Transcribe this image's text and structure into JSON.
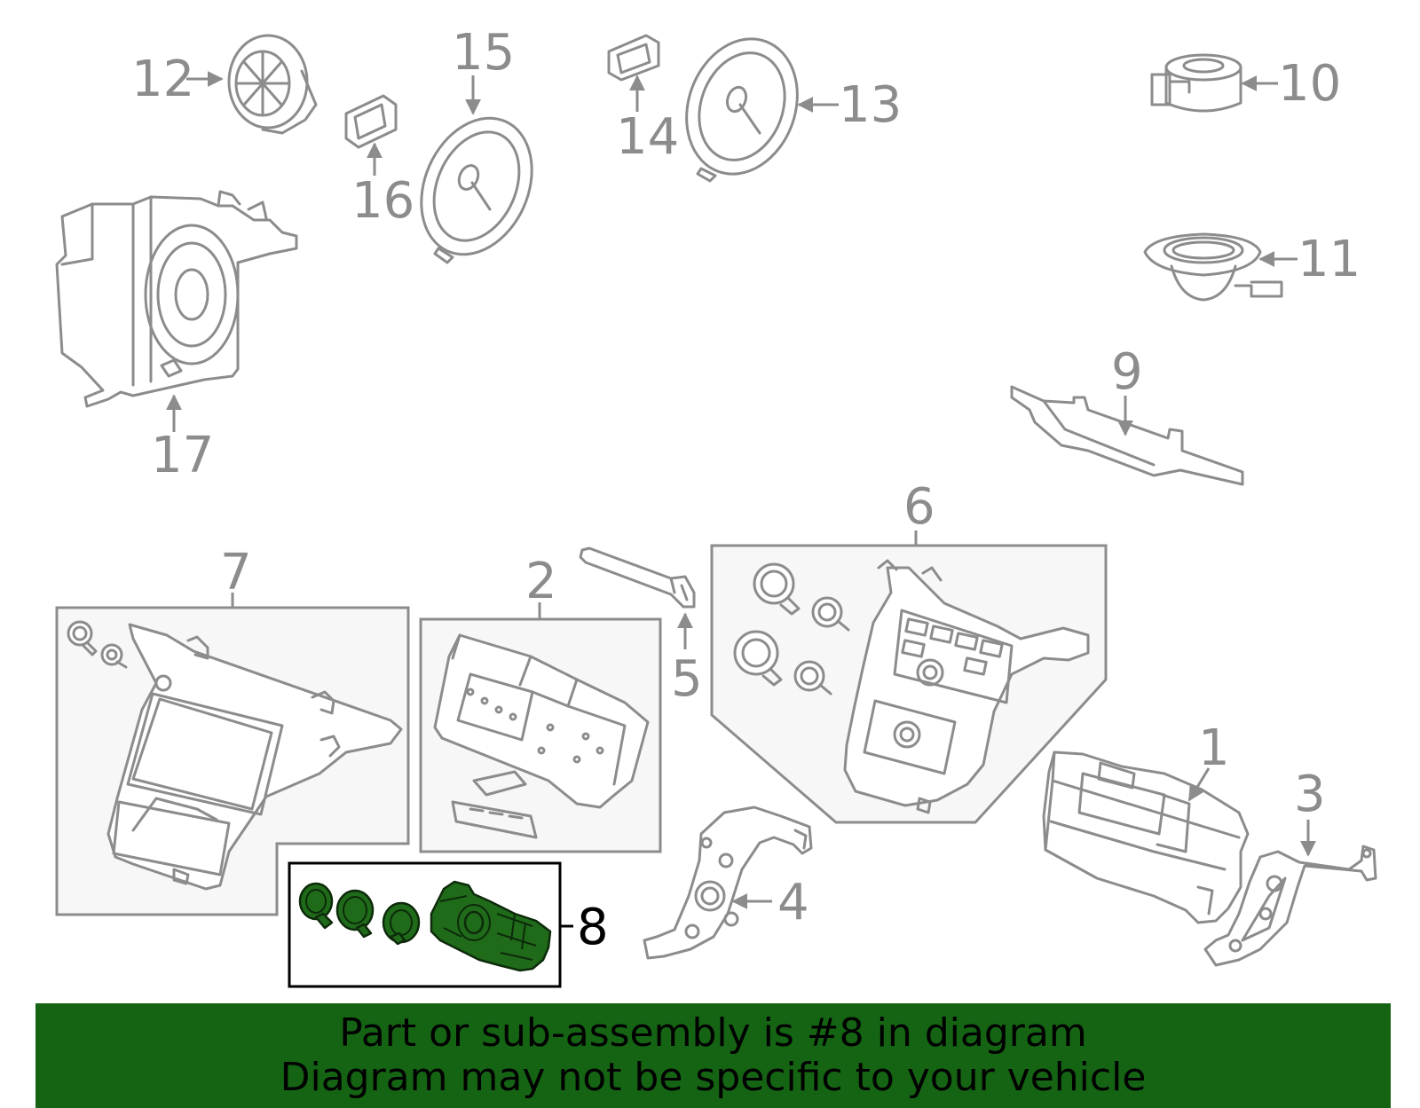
{
  "callouts": {
    "c1": "1",
    "c2": "2",
    "c3": "3",
    "c4": "4",
    "c5": "5",
    "c6": "6",
    "c7": "7",
    "c8": "8",
    "c9": "9",
    "c10": "10",
    "c11": "11",
    "c12": "12",
    "c13": "13",
    "c14": "14",
    "c15": "15",
    "c16": "16",
    "c17": "17"
  },
  "highlight": {
    "part": "8",
    "color": "#1f6b1a"
  },
  "banner": {
    "line1": "Part or sub-assembly is #8 in diagram",
    "line2": "Diagram may not be specific to your vehicle",
    "background": "#156414"
  }
}
